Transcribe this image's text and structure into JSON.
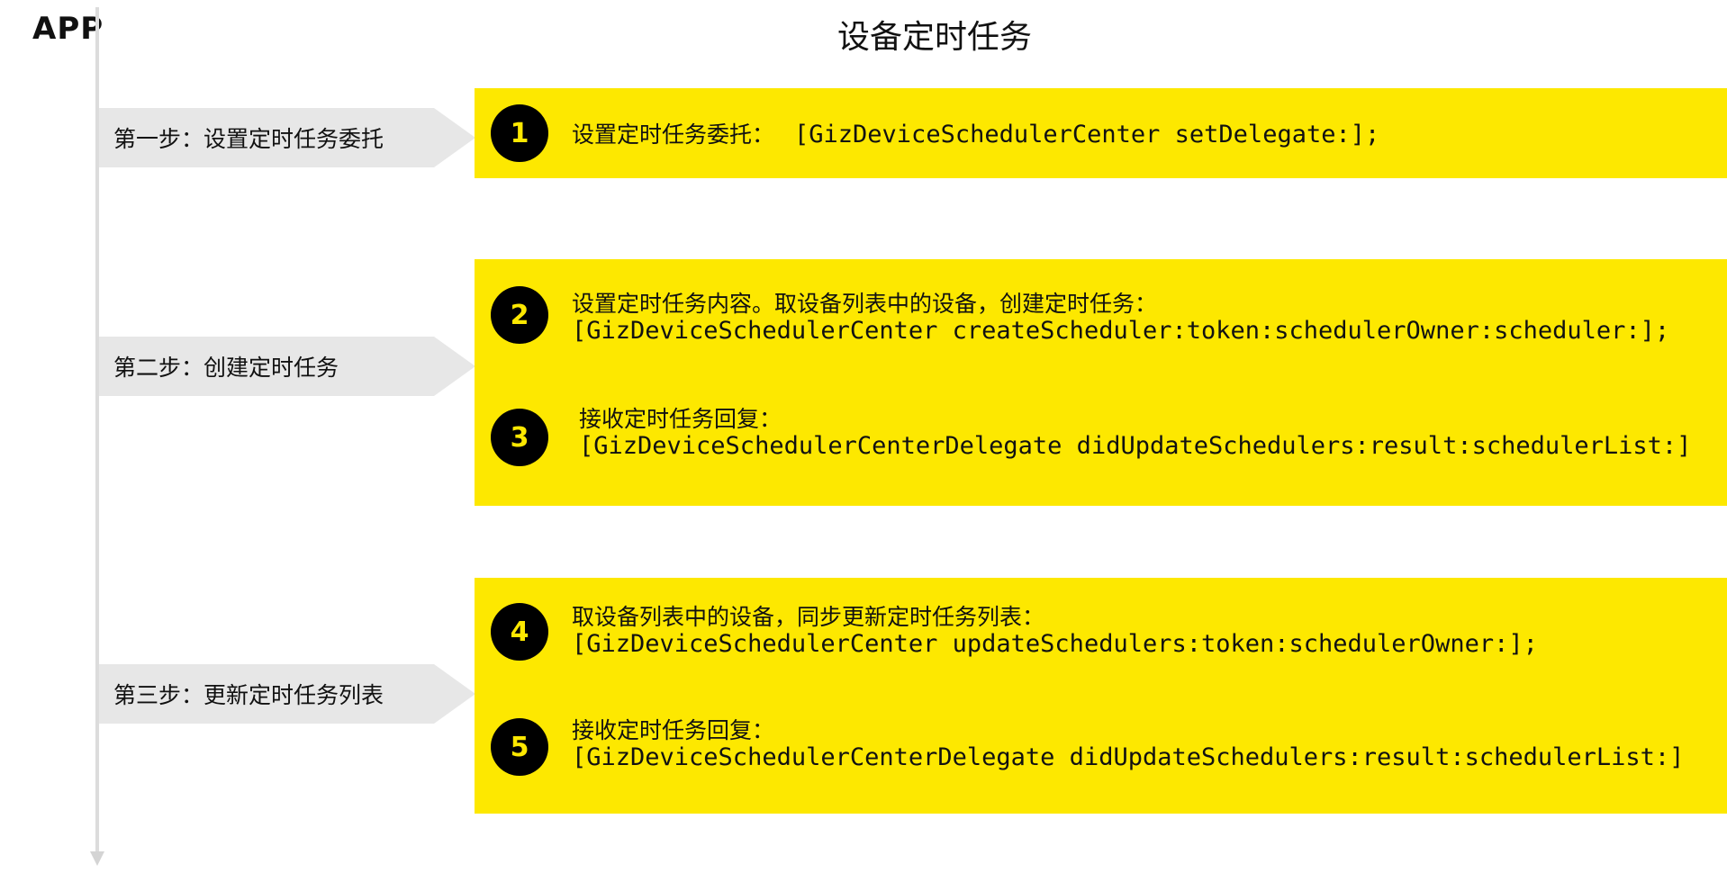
{
  "header": {
    "app_label": "APP",
    "title": "设备定时任务"
  },
  "steps": [
    {
      "label": "第一步：设置定时任务委托"
    },
    {
      "label": "第二步：创建定时任务"
    },
    {
      "label": "第三步：更新定时任务列表"
    }
  ],
  "items": [
    {
      "number": "1",
      "text": "设置定时任务委托：",
      "code": "[GizDeviceSchedulerCenter setDelegate:];"
    },
    {
      "number": "2",
      "text": "设置定时任务内容。取设备列表中的设备，创建定时任务：",
      "code": "[GizDeviceSchedulerCenter createScheduler:token:schedulerOwner:scheduler:];"
    },
    {
      "number": "3",
      "text": "接收定时任务回复：",
      "code": "[GizDeviceSchedulerCenterDelegate didUpdateSchedulers:result:schedulerList:]"
    },
    {
      "number": "4",
      "text": "取设备列表中的设备，同步更新定时任务列表：",
      "code": "[GizDeviceSchedulerCenter updateSchedulers:token:schedulerOwner:];"
    },
    {
      "number": "5",
      "text": "接收定时任务回复：",
      "code": "[GizDeviceSchedulerCenterDelegate didUpdateSchedulers:result:schedulerList:]"
    }
  ],
  "colors": {
    "panel": "#fde800",
    "badge": "#000000",
    "badge_text": "#fde800",
    "step_tag": "#e7e7e7",
    "timeline": "#dcdcdc"
  }
}
